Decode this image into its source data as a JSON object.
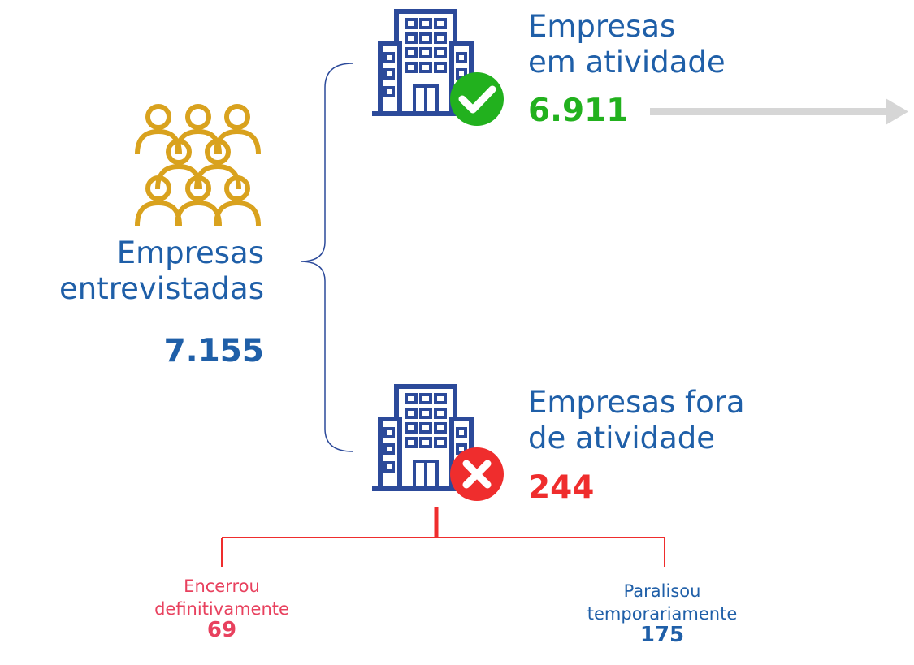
{
  "colors": {
    "blue": "#1f5fa8",
    "green": "#22b11e",
    "red": "#ef2d2d",
    "pink": "#e8415e",
    "gold": "#d9a21e",
    "gray_arrow": "#d6d6d6"
  },
  "icons": {
    "people": "people-group-icon",
    "building": "office-building-icon",
    "check": "check-circle-icon",
    "cross": "x-circle-icon",
    "arrow": "right-arrow-icon"
  },
  "interviewed": {
    "line1": "Empresas",
    "line2": "entrevistadas",
    "value": "7.155"
  },
  "active": {
    "line1": "Empresas",
    "line2": "em atividade",
    "value": "6.911"
  },
  "inactive": {
    "line1": "Empresas fora",
    "line2": "de atividade",
    "value": "244"
  },
  "closed": {
    "line1": "Encerrou",
    "line2": "definitivamente",
    "value": "69"
  },
  "paused": {
    "line1": "Paralisou",
    "line2": "temporariamente",
    "value": "175"
  }
}
